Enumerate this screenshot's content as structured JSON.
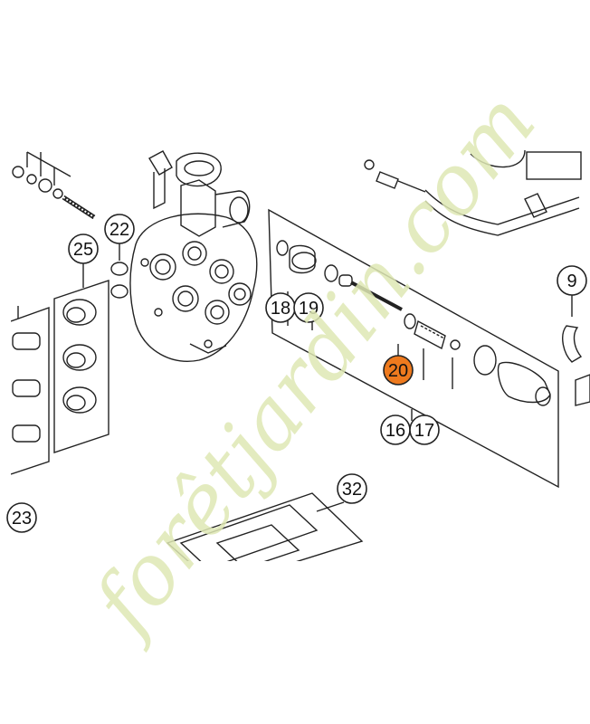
{
  "diagram": {
    "callouts": [
      {
        "id": "c22",
        "label": "22"
      },
      {
        "id": "c25",
        "label": "25"
      },
      {
        "id": "c9",
        "label": "9"
      },
      {
        "id": "c18",
        "label": "18"
      },
      {
        "id": "c19",
        "label": "19"
      },
      {
        "id": "c20",
        "label": "20",
        "highlighted": true
      },
      {
        "id": "c16",
        "label": "16"
      },
      {
        "id": "c17",
        "label": "17"
      },
      {
        "id": "c23",
        "label": "23"
      },
      {
        "id": "c32",
        "label": "32"
      }
    ],
    "highlight_color": "#ee7a1e",
    "line_color": "#222222"
  },
  "watermark": {
    "text": "forêtjardin.com",
    "color": "#dfe8b4"
  }
}
